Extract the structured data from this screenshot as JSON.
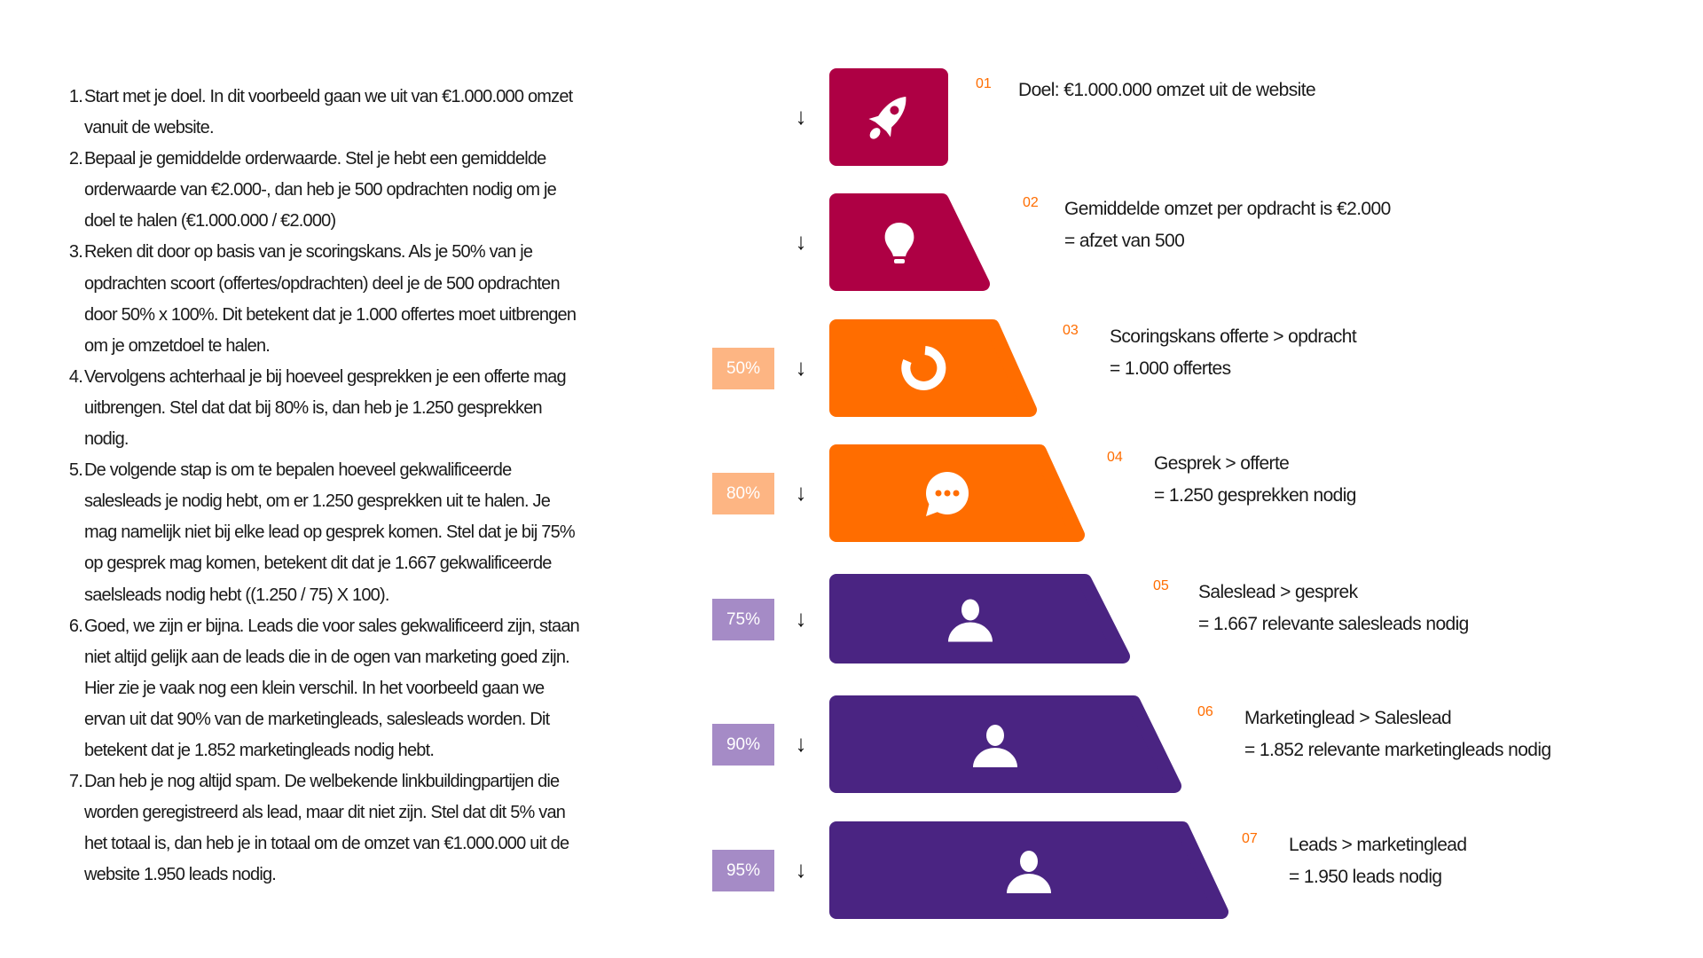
{
  "steps": [
    {
      "num": "1.",
      "lines": [
        "Start met je doel. In dit voorbeeld gaan we uit van €1.000.000 omzet",
        "vanuit de website."
      ]
    },
    {
      "num": "2.",
      "lines": [
        "Bepaal je gemiddelde orderwaarde. Stel je hebt een gemiddelde",
        "orderwaarde van €2.000-, dan heb je 500 opdrachten nodig om je",
        "doel te halen (€1.000.000 / €2.000)"
      ]
    },
    {
      "num": "3.",
      "lines": [
        "Reken dit door op basis van je scoringskans. Als je 50% van je",
        "opdrachten scoort (offertes/opdrachten) deel je de 500 opdrachten",
        "door 50% x 100%. Dit betekent dat je 1.000 offertes moet uitbrengen",
        "om je omzetdoel te halen."
      ]
    },
    {
      "num": "4.",
      "lines": [
        "Vervolgens achterhaal je bij hoeveel gesprekken je een offerte mag",
        "uitbrengen. Stel dat dat bij 80% is, dan heb je 1.250 gesprekken",
        "nodig."
      ]
    },
    {
      "num": "5.",
      "lines": [
        "De volgende stap is om te bepalen hoeveel gekwalificeerde",
        "salesleads je nodig hebt, om er 1.250 gesprekken uit te halen. Je",
        "mag namelijk niet bij elke lead op gesprek komen. Stel dat je bij 75%",
        "op gesprek mag komen, betekent dit dat je 1.667 gekwalificeerde",
        "saelsleads nodig hebt ((1.250 / 75) X 100)."
      ]
    },
    {
      "num": "6.",
      "lines": [
        "Goed, we zijn er bijna. Leads die voor sales gekwalificeerd zijn, staan",
        "niet altijd gelijk aan de leads die in de ogen van marketing goed zijn.",
        "Hier zie je vaak nog een klein verschil. In het voorbeeld gaan we",
        "ervan uit dat 90% van de marketingleads, salesleads worden. Dit",
        "betekent dat je 1.852 marketingleads nodig hebt."
      ]
    },
    {
      "num": "7.",
      "lines": [
        "Dan heb je nog altijd spam. De welbekende linkbuildingpartijen die",
        "worden geregistreerd als lead, maar dit niet zijn. Stel dat dit 5% van",
        "het totaal is, dan heb je in totaal om de omzet van €1.000.000 uit de",
        "website 1.950 leads nodig."
      ]
    }
  ],
  "funnel": [
    {
      "num": "01",
      "lines": [
        "Doel: €1.000.000 omzet uit de website"
      ],
      "icon": "rocket-icon",
      "color": "#ae0044",
      "pct": null
    },
    {
      "num": "02",
      "lines": [
        "Gemiddelde omzet per opdracht is €2.000",
        "= afzet van 500"
      ],
      "icon": "lightbulb-icon",
      "color": "#ae0044",
      "pct": null
    },
    {
      "num": "03",
      "lines": [
        "Scoringskans offerte > opdracht",
        "= 1.000 offertes"
      ],
      "icon": "progress-ring-icon",
      "color": "#ff6d00",
      "pct": "50%",
      "pct_color": "#fdb583"
    },
    {
      "num": "04",
      "lines": [
        "Gesprek > offerte",
        "= 1.250 gesprekken nodig"
      ],
      "icon": "chat-bubble-icon",
      "color": "#ff6d00",
      "pct": "80%",
      "pct_color": "#fdb583"
    },
    {
      "num": "05",
      "lines": [
        "Saleslead > gesprek",
        "= 1.667 relevante salesleads nodig"
      ],
      "icon": "user-icon",
      "color": "#4a2482",
      "pct": "75%",
      "pct_color": "#a58bc6"
    },
    {
      "num": "06",
      "lines": [
        "Marketinglead > Saleslead",
        "= 1.852 relevante marketingleads nodig"
      ],
      "icon": "user-icon",
      "color": "#4a2482",
      "pct": "90%",
      "pct_color": "#a58bc6"
    },
    {
      "num": "07",
      "lines": [
        "Leads > marketinglead",
        "= 1.950 leads nodig"
      ],
      "icon": "user-icon",
      "color": "#4a2482",
      "pct": "95%",
      "pct_color": "#a58bc6"
    }
  ],
  "arrow_glyph": "↓",
  "number_color": "#ff6d00"
}
